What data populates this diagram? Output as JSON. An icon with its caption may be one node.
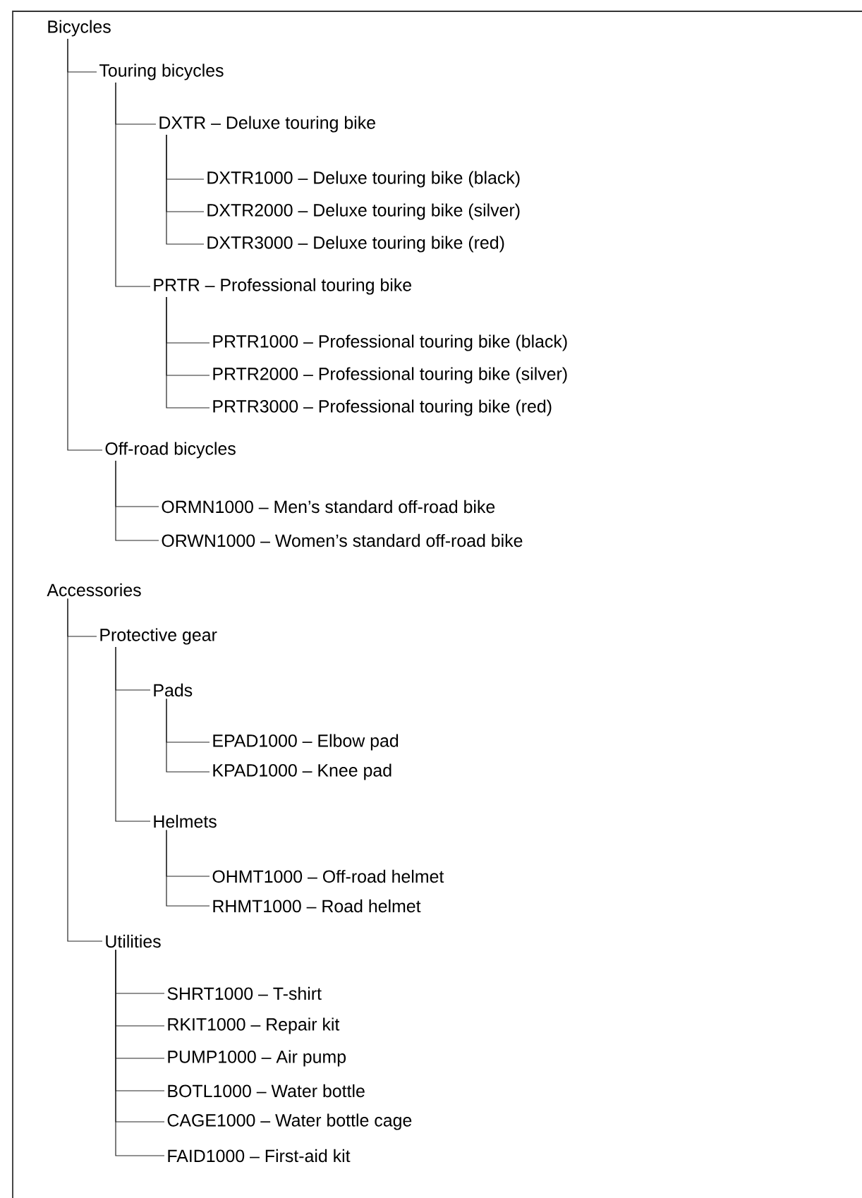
{
  "diagram": {
    "nodes": [
      {
        "text": [
          "Bicycles"
        ]
      },
      {
        "text": [
          "Touring bicycles"
        ]
      },
      {
        "text": [
          "DXTR – Deluxe touring bike"
        ]
      },
      {
        "text": [
          "DXTR1000 – Deluxe touring bike (black)"
        ]
      },
      {
        "text": [
          "DXTR2000 – Deluxe touring bike (silver)"
        ]
      },
      {
        "text": [
          "DXTR3000 – Deluxe touring bike (red)"
        ]
      },
      {
        "text": [
          "PRTR – Professional touring bike"
        ]
      },
      {
        "text": [
          "PRTR1000 – Professional touring bike (black)"
        ]
      },
      {
        "text": [
          "PRTR2000 – Professional touring bike (silver)"
        ]
      },
      {
        "text": [
          "PRTR3000 – Professional touring bike (red)"
        ]
      },
      {
        "text": [
          "Off-road bicycles"
        ]
      },
      {
        "text": [
          "ORMN1000 – Men’s standard off-road bike"
        ]
      },
      {
        "text": [
          "ORWN1000 – Women’s standard off-road bike"
        ]
      },
      {
        "text": [
          "Accessories"
        ]
      },
      {
        "text": [
          "Protective gear"
        ]
      },
      {
        "text": [
          "Pads"
        ]
      },
      {
        "text": [
          "EPAD1000 – Elbow pad"
        ]
      },
      {
        "text": [
          "KPAD1000 – Knee pad"
        ]
      },
      {
        "text": [
          "Helmets"
        ]
      },
      {
        "text": [
          "OHMT1000 – Off-road helmet"
        ]
      },
      {
        "text": [
          "RHMT1000 – Road helmet"
        ]
      },
      {
        "text": [
          "Utilities"
        ]
      },
      {
        "text": [
          "SHRT1000 – T-shirt"
        ]
      },
      {
        "text": [
          "RKIT1000 – Repair kit"
        ]
      },
      {
        "text": [
          "PUMP1000 – Air pump"
        ]
      },
      {
        "text": [
          "BOTL1000 – Water bottle"
        ]
      },
      {
        "text": [
          "CAGE1000 – Water bottle cage"
        ]
      },
      {
        "text": [
          "FAID1000 – First-aid kit"
        ]
      }
    ],
    "edges": [
      {
        "from": 0,
        "to": 1,
        "arrow": "none"
      },
      {
        "from": 1,
        "to": 2,
        "arrow": "none"
      },
      {
        "from": 2,
        "to": 3,
        "arrow": "none"
      },
      {
        "from": 2,
        "to": 4,
        "arrow": "none"
      },
      {
        "from": 2,
        "to": 5,
        "arrow": "none"
      },
      {
        "from": 1,
        "to": 6,
        "arrow": "none"
      },
      {
        "from": 6,
        "to": 7,
        "arrow": "none"
      },
      {
        "from": 6,
        "to": 8,
        "arrow": "none"
      },
      {
        "from": 6,
        "to": 9,
        "arrow": "none"
      },
      {
        "from": 0,
        "to": 10,
        "arrow": "none"
      },
      {
        "from": 10,
        "to": 11,
        "arrow": "none"
      },
      {
        "from": 10,
        "to": 12,
        "arrow": "none"
      },
      {
        "from": 13,
        "to": 14,
        "arrow": "none"
      },
      {
        "from": 14,
        "to": 15,
        "arrow": "none"
      },
      {
        "from": 15,
        "to": 16,
        "arrow": "none"
      },
      {
        "from": 15,
        "to": 17,
        "arrow": "none"
      },
      {
        "from": 14,
        "to": 18,
        "arrow": "none"
      },
      {
        "from": 18,
        "to": 19,
        "arrow": "none"
      },
      {
        "from": 18,
        "to": 20,
        "arrow": "none"
      },
      {
        "from": 13,
        "to": 21,
        "arrow": "none"
      },
      {
        "from": 21,
        "to": 22,
        "arrow": "none"
      },
      {
        "from": 21,
        "to": 23,
        "arrow": "none"
      },
      {
        "from": 21,
        "to": 24,
        "arrow": "none"
      },
      {
        "from": 21,
        "to": 25,
        "arrow": "none"
      },
      {
        "from": 21,
        "to": 26,
        "arrow": "none"
      },
      {
        "from": 21,
        "to": 27,
        "arrow": "none"
      }
    ]
  }
}
